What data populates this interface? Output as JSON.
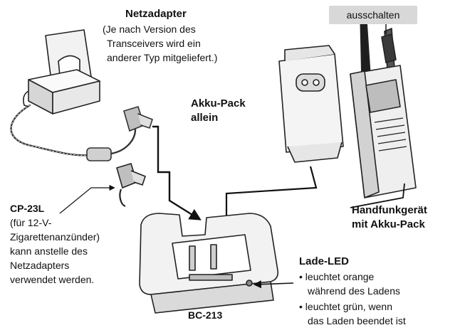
{
  "power_label": "ausschalten",
  "adapter": {
    "title": "Netzadapter",
    "note_lines": [
      "(Je nach Version des",
      "Transceivers wird ein",
      "anderer Typ mitgeliefert.)"
    ]
  },
  "battery_pack": {
    "lines": [
      "Akku-Pack",
      "allein"
    ]
  },
  "radio": {
    "lines": [
      "Handfunkgerät",
      "mit Akku-Pack"
    ]
  },
  "cable": {
    "title": "CP-23L",
    "lines": [
      "(für 12-V-",
      "Zigarettenanzünder)",
      "kann anstelle des",
      "Netzadapters",
      "verwendet werden."
    ]
  },
  "led": {
    "title": "Lade-LED",
    "items": [
      {
        "line1": "• leuchtet orange",
        "line2": "während des Ladens"
      },
      {
        "line1": "• leuchtet grün, wenn",
        "line2": "das Laden beendet ist"
      }
    ]
  },
  "charger": {
    "model": "BC-213"
  }
}
